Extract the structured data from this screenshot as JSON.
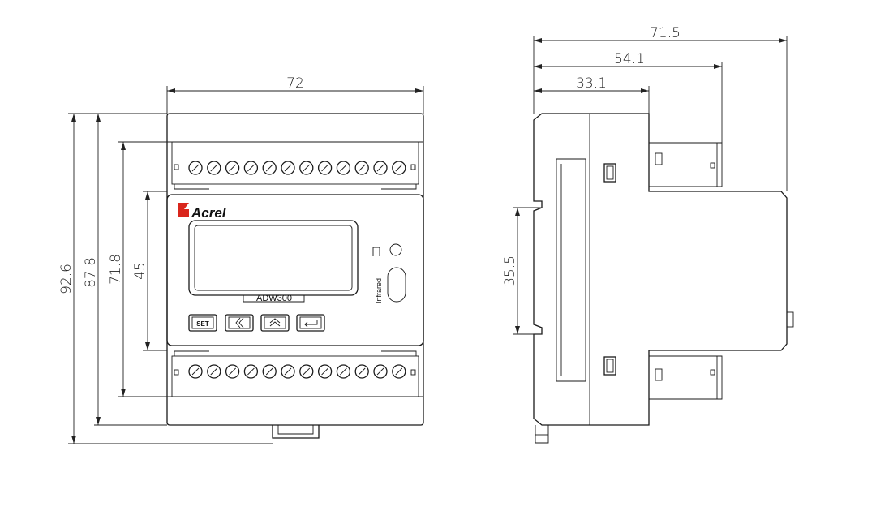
{
  "front_view": {
    "width_dim": "72",
    "height_dims": [
      "92.6",
      "87.8",
      "71.8",
      "45"
    ],
    "brand": "Acrel",
    "model": "ADW300",
    "buttons": [
      "SET",
      "《",
      "︽",
      "↵"
    ],
    "infrared_label": "Infrared",
    "terminals_top": 12,
    "terminals_bottom": 12
  },
  "side_view": {
    "depth_dims": [
      "71.5",
      "54.1",
      "33.1"
    ],
    "height_dim": "35.5"
  },
  "colors": {
    "line": "#1a1a1a",
    "brand_logo": "#d9261c"
  }
}
